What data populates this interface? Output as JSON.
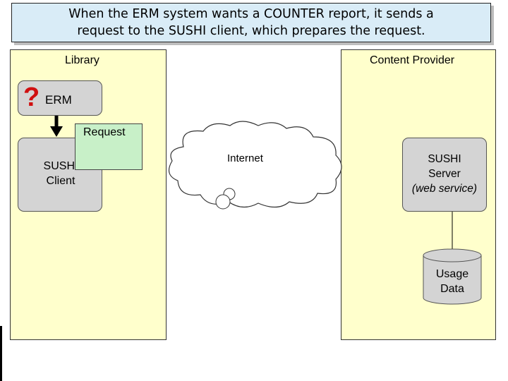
{
  "title": {
    "line1": "When the ERM system wants a COUNTER report, it sends a",
    "line2": "request to the SUSHI client, which prepares the request."
  },
  "library": {
    "label": "Library"
  },
  "provider": {
    "label": "Content Provider"
  },
  "erm": {
    "mark": "?",
    "label": "ERM"
  },
  "request": {
    "label": "Request"
  },
  "sushi_client": {
    "line1": "SUSHI",
    "line2": "Client"
  },
  "internet": {
    "label": "Internet"
  },
  "sushi_server": {
    "line1": "SUSHI",
    "line2": "Server",
    "line3": "(web service)"
  },
  "usage_data": {
    "line1": "Usage",
    "line2": "Data"
  },
  "colors": {
    "panel_fill": "#ffffcc",
    "box_fill": "#d4d4d4",
    "request_fill": "#c8f0c8",
    "title_fill": "#d9ecf7",
    "question_mark": "#d01010"
  }
}
